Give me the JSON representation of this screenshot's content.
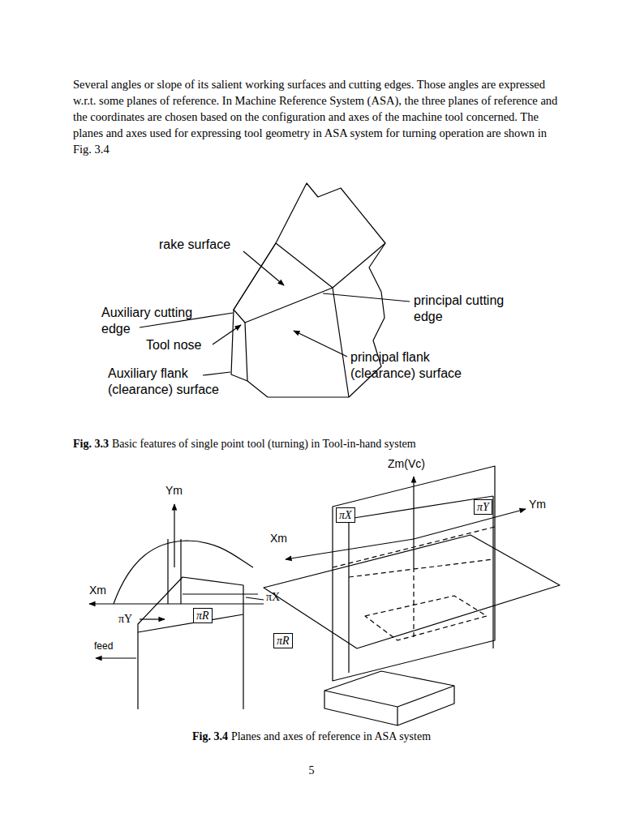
{
  "diagram": {
    "nodes": [
      {
        "text": [
          "πR"
        ]
      },
      {
        "text": [
          "πX"
        ]
      },
      {
        "text": [
          "πY"
        ]
      },
      {
        "text": [
          "πR"
        ]
      }
    ],
    "labels": [
      "Several angles or slope of its salient working surfaces and cutting edges. Those angles are expressed w.r.t. some planes of reference. In Machine Reference System (ASA), the three planes of reference and the coordinates are chosen based on the configuration and axes of the machine tool concerned. The planes and axes used for expressing tool geometry in ASA system for turning operation are shown in Fig. 3.4",
      "rake surface",
      "Auxiliary cutting edge",
      "Tool nose",
      "Auxiliary flank (clearance) surface",
      "principal cutting edge",
      "principal flank (clearance) surface",
      "Fig. 3.3",
      "Basic features of single point tool (turning) in Tool-in-hand system",
      "Ym",
      "Xm",
      "πY",
      "πX",
      "feed",
      "Zm(Vc)",
      "Ym",
      "Xm",
      "Fig. 3.4",
      "Planes and axes of reference in ASA system",
      "5"
    ]
  }
}
